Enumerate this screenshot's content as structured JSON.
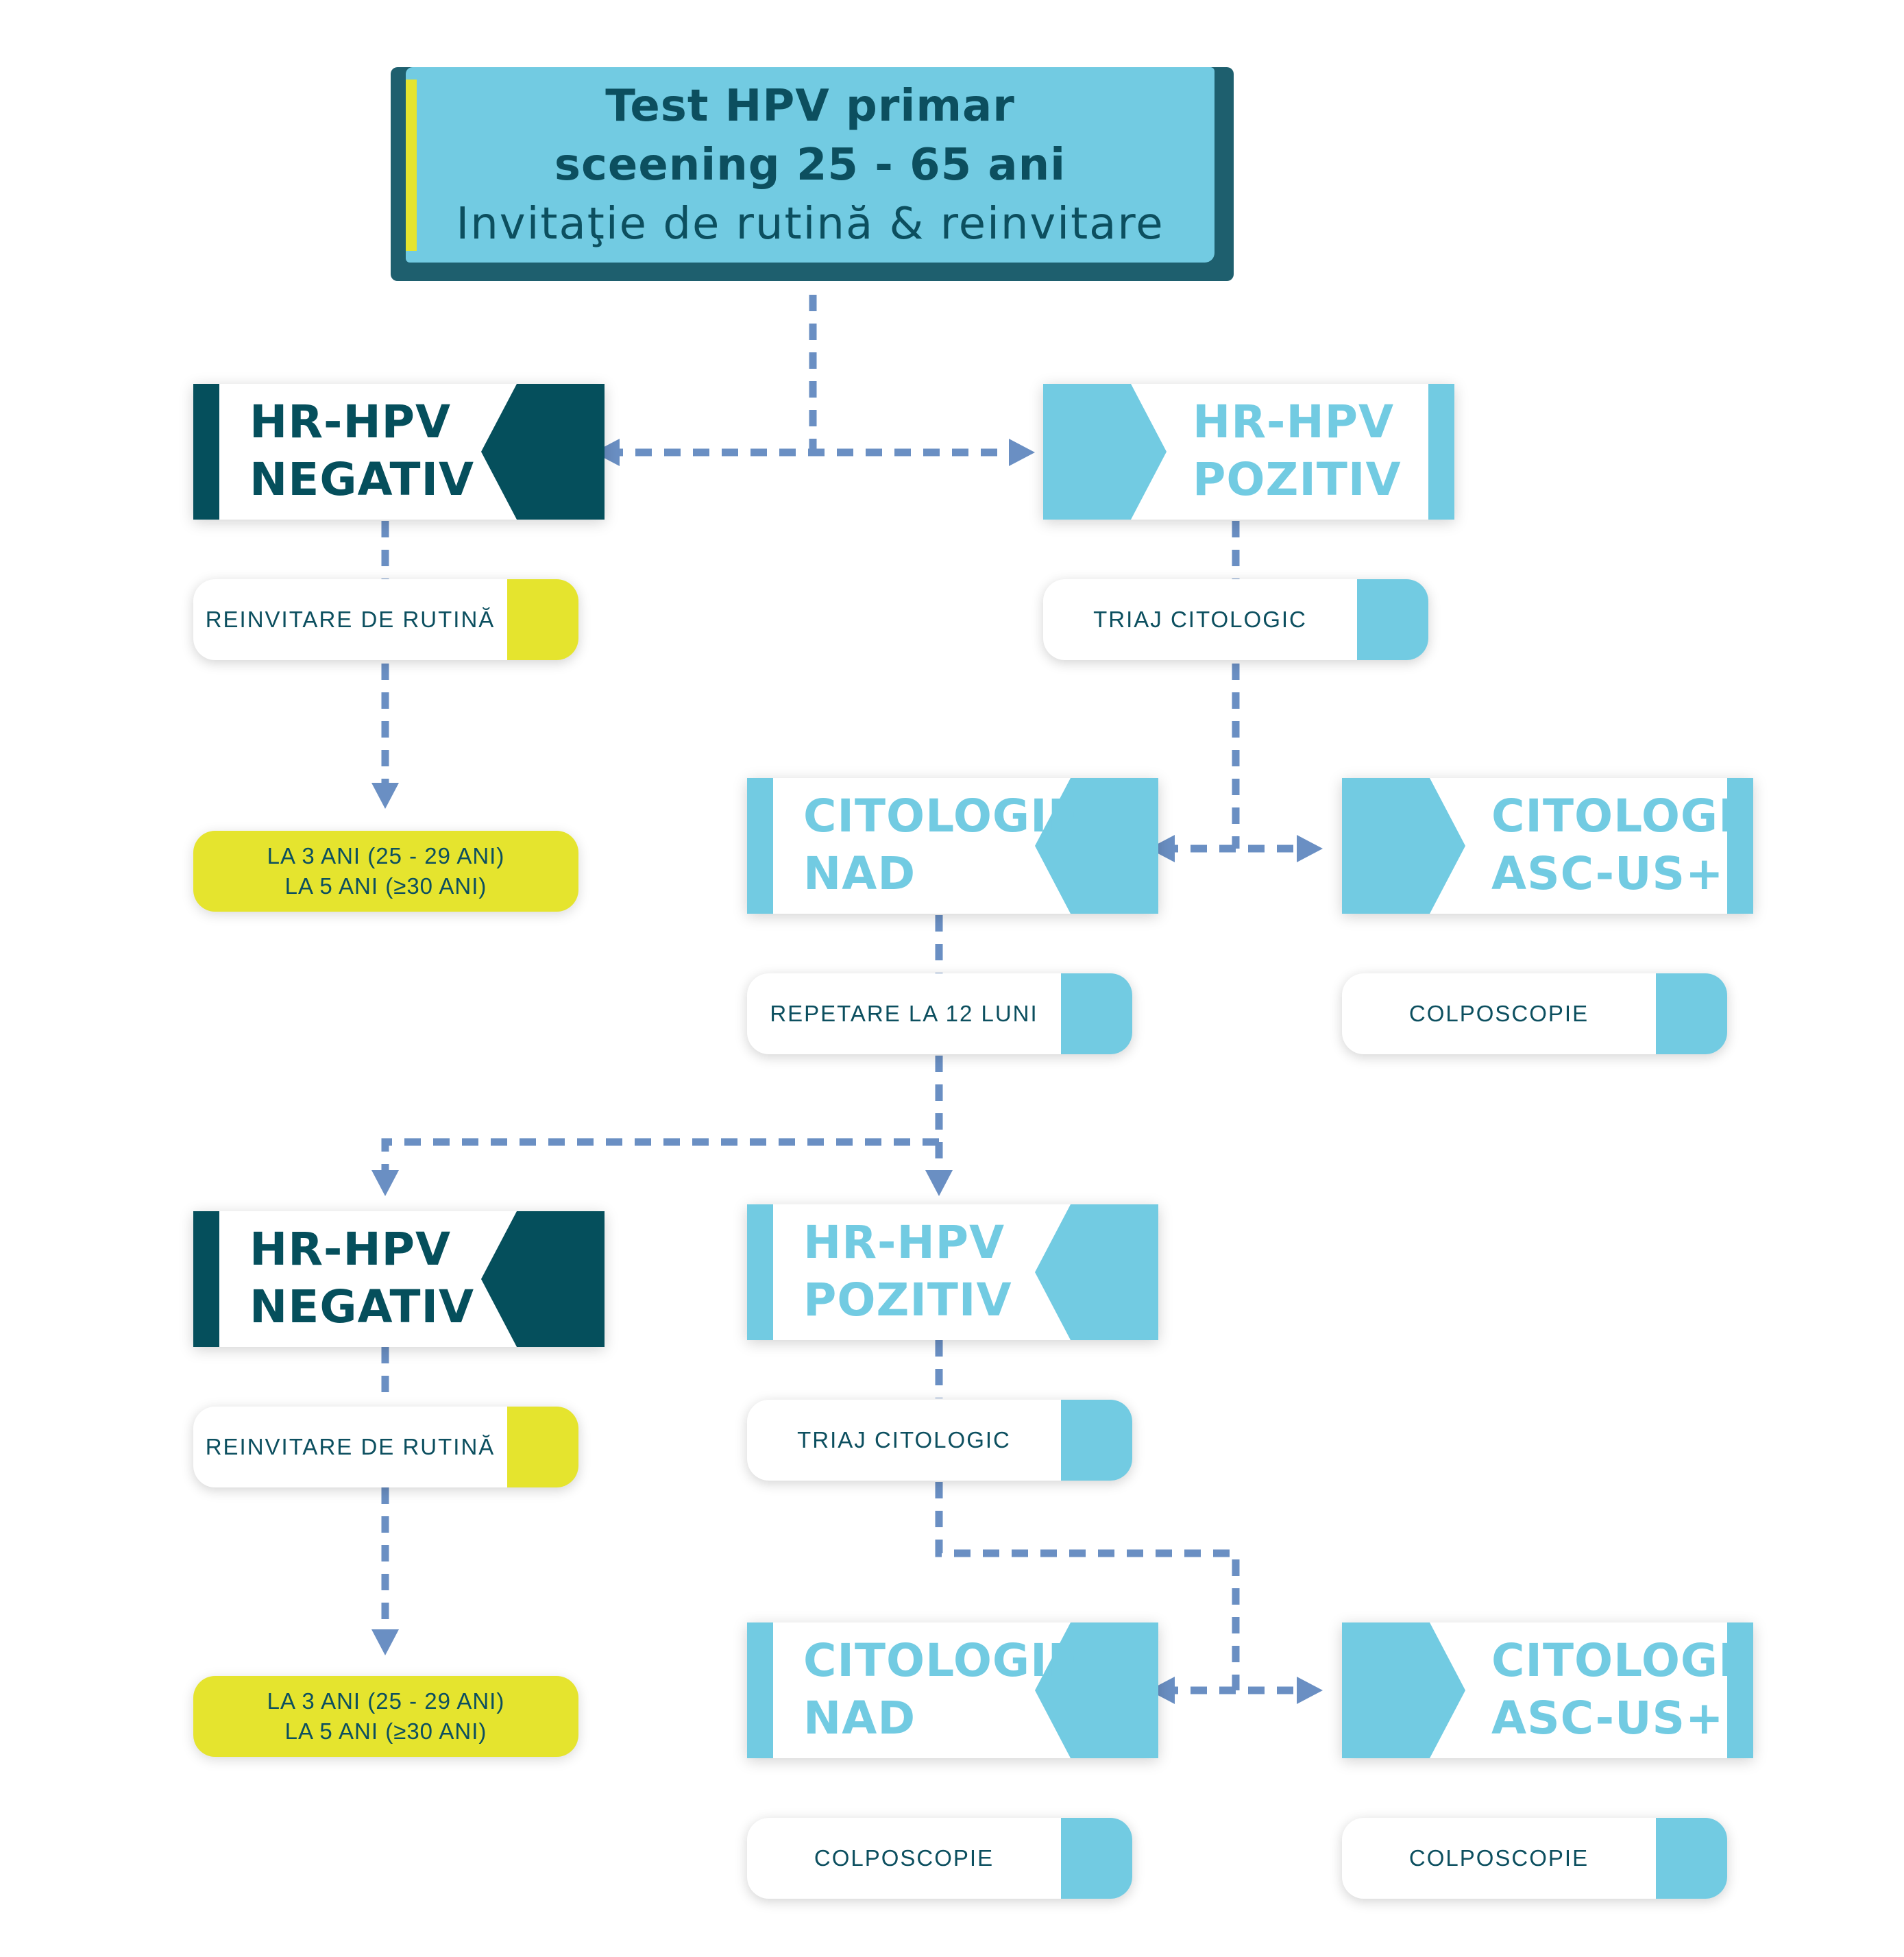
{
  "header": {
    "line1": "Test HPV primar",
    "line2": "sceening 25 - 65 ani",
    "line3": "Invitaţie de rutină & reinvitare"
  },
  "stage1": {
    "negative": {
      "line1": "HR-HPV",
      "line2": "NEGATIV"
    },
    "positive": {
      "line1": "HR-HPV",
      "line2": "POZITIV"
    },
    "reinvite": "REINVITARE DE RUTINĂ",
    "triage": "TRIAJ CITOLOGIC",
    "interval": {
      "line1": "LA 3 ANI (25 - 29 ANI)",
      "line2": "LA 5 ANI (≥30 ANI)"
    }
  },
  "stage2": {
    "cyto_nad": {
      "line1": "CITOLOGIE",
      "line2": "NAD"
    },
    "cyto_ascus": {
      "line1": "CITOLOGIE",
      "line2": "ASC-US+"
    },
    "repeat": "REPETARE LA 12 LUNI",
    "colposcopy": "COLPOSCOPIE"
  },
  "stage3": {
    "negative": {
      "line1": "HR-HPV",
      "line2": "NEGATIV"
    },
    "positive": {
      "line1": "HR-HPV",
      "line2": "POZITIV"
    },
    "reinvite": "REINVITARE DE RUTINĂ",
    "triage": "TRIAJ CITOLOGIC",
    "interval": {
      "line1": "LA 3 ANI (25 - 29 ANI)",
      "line2": "LA 5 ANI (≥30 ANI)"
    }
  },
  "stage4": {
    "cyto_nad": {
      "line1": "CITOLOGIE",
      "line2": "NAD"
    },
    "cyto_ascus": {
      "line1": "CITOLOGIE",
      "line2": "ASC-US+"
    },
    "colposcopy_left": "COLPOSCOPIE",
    "colposcopy_right": "COLPOSCOPIE"
  },
  "colors": {
    "dark_teal": "#054f5c",
    "light_blue": "#72cbe2",
    "yellow": "#e5e42e",
    "connector": "#6a8fc3"
  }
}
